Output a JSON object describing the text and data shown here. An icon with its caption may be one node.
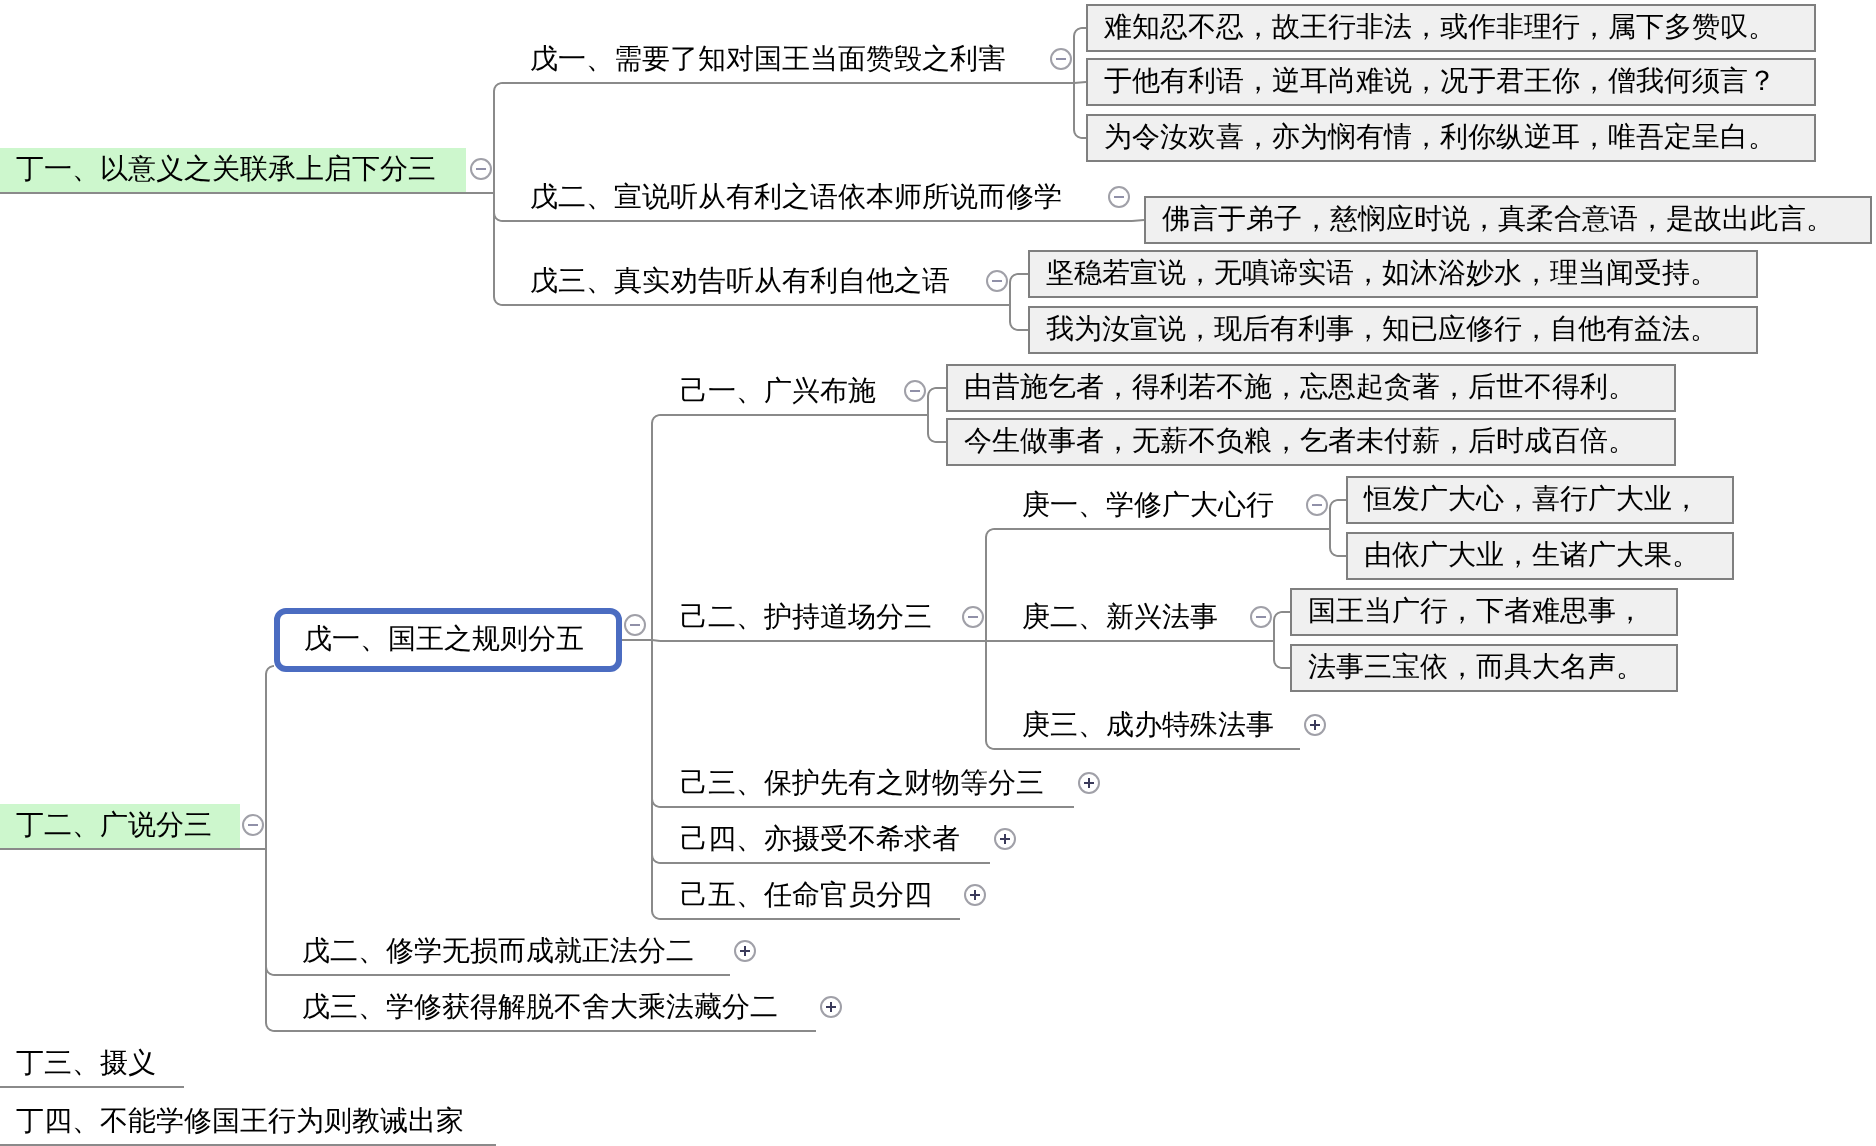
{
  "diagram": {
    "nodes": [
      {
        "text": [
          "丁一、以意义之关联承上启下分三"
        ]
      },
      {
        "text": [
          "戊一、需要了知对国王当面赞毁之利害"
        ]
      },
      {
        "text": [
          "难知忍不忍，故王行非法，或作非理行，属下多赞叹。"
        ]
      },
      {
        "text": [
          "于他有利语，逆耳尚难说，况于君王你，僧我何须言？"
        ]
      },
      {
        "text": [
          "为令汝欢喜，亦为悯有情，利你纵逆耳，唯吾定呈白。"
        ]
      },
      {
        "text": [
          "戊二、宣说听从有利之语依本师所说而修学"
        ]
      },
      {
        "text": [
          "佛言于弟子，慈悯应时说，真柔合意语，是故出此言。"
        ]
      },
      {
        "text": [
          "戊三、真实劝告听从有利自他之语"
        ]
      },
      {
        "text": [
          "坚稳若宣说，无嗔谛实语，如沐浴妙水，理当闻受持。"
        ]
      },
      {
        "text": [
          "我为汝宣说，现后有利事，知已应修行，自他有益法。"
        ]
      },
      {
        "text": [
          "丁二、广说分三"
        ]
      },
      {
        "text": [
          "戊一、国王之规则分五"
        ]
      },
      {
        "text": [
          "己一、广兴布施"
        ]
      },
      {
        "text": [
          "由昔施乞者，得利若不施，忘恩起贪著，后世不得利。"
        ]
      },
      {
        "text": [
          "今生做事者，无薪不负粮，乞者未付薪，后时成百倍。"
        ]
      },
      {
        "text": [
          "己二、护持道场分三"
        ]
      },
      {
        "text": [
          "庚一、学修广大心行"
        ]
      },
      {
        "text": [
          "恒发广大心，喜行广大业，"
        ]
      },
      {
        "text": [
          "由依广大业，生诸广大果。"
        ]
      },
      {
        "text": [
          "庚二、新兴法事"
        ]
      },
      {
        "text": [
          "国王当广行，下者难思事，"
        ]
      },
      {
        "text": [
          "法事三宝依，而具大名声。"
        ]
      },
      {
        "text": [
          "庚三、成办特殊法事"
        ]
      },
      {
        "text": [
          "己三、保护先有之财物等分三"
        ]
      },
      {
        "text": [
          "己四、亦摄受不希求者"
        ]
      },
      {
        "text": [
          "己五、任命官员分四"
        ]
      },
      {
        "text": [
          "戊二、修学无损而成就正法分二"
        ]
      },
      {
        "text": [
          "戊三、学修获得解脱不舍大乘法藏分二"
        ]
      },
      {
        "text": [
          "丁三、摄义"
        ]
      },
      {
        "text": [
          "丁四、不能学修国王行为则教诫出家"
        ]
      }
    ],
    "edges": [
      {
        "from": 0,
        "to": 1,
        "arrow": "none"
      },
      {
        "from": 1,
        "to": 2,
        "arrow": "none"
      },
      {
        "from": 1,
        "to": 3,
        "arrow": "none"
      },
      {
        "from": 1,
        "to": 4,
        "arrow": "none"
      },
      {
        "from": 0,
        "to": 5,
        "arrow": "none"
      },
      {
        "from": 5,
        "to": 6,
        "arrow": "none"
      },
      {
        "from": 0,
        "to": 7,
        "arrow": "none"
      },
      {
        "from": 7,
        "to": 8,
        "arrow": "none"
      },
      {
        "from": 7,
        "to": 9,
        "arrow": "none"
      },
      {
        "from": 10,
        "to": 11,
        "arrow": "none"
      },
      {
        "from": 11,
        "to": 12,
        "arrow": "none"
      },
      {
        "from": 12,
        "to": 13,
        "arrow": "none"
      },
      {
        "from": 12,
        "to": 14,
        "arrow": "none"
      },
      {
        "from": 11,
        "to": 15,
        "arrow": "none"
      },
      {
        "from": 15,
        "to": 16,
        "arrow": "none"
      },
      {
        "from": 16,
        "to": 17,
        "arrow": "none"
      },
      {
        "from": 16,
        "to": 18,
        "arrow": "none"
      },
      {
        "from": 15,
        "to": 19,
        "arrow": "none"
      },
      {
        "from": 19,
        "to": 20,
        "arrow": "none"
      },
      {
        "from": 19,
        "to": 21,
        "arrow": "none"
      },
      {
        "from": 15,
        "to": 22,
        "arrow": "none"
      },
      {
        "from": 11,
        "to": 23,
        "arrow": "none"
      },
      {
        "from": 11,
        "to": 24,
        "arrow": "none"
      },
      {
        "from": 11,
        "to": 25,
        "arrow": "none"
      },
      {
        "from": 10,
        "to": 26,
        "arrow": "none"
      },
      {
        "from": 10,
        "to": 27,
        "arrow": "none"
      }
    ]
  }
}
